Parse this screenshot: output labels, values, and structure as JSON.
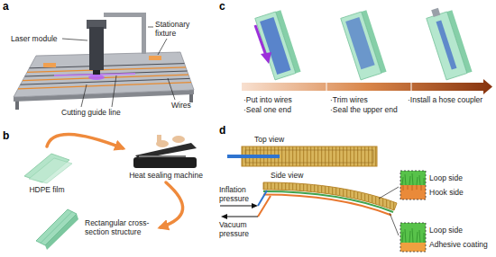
{
  "diagram": {
    "nodes": [
      {
        "text": [
          "HDPE film"
        ]
      },
      {
        "text": [
          "Heat sealing machine"
        ]
      },
      {
        "text": [
          "Rectangular cross-section structure"
        ]
      }
    ],
    "edges": [
      {
        "from": 0,
        "to": 1,
        "arrow": "to"
      },
      {
        "from": 1,
        "to": 2,
        "arrow": "to"
      }
    ],
    "labels": [
      "a",
      "Laser module",
      "Stationary fixture",
      "Wires",
      "Cutting guide line",
      "b",
      "c",
      "·Put into wires",
      "·Seal one end",
      "·Trim wires",
      "·Seal the upper end",
      "·Install a hose coupler",
      "d",
      "Top view",
      "Side view",
      "Inflation pressure",
      "Vacuum pressure",
      "Loop side",
      "Hook side",
      "Loop side",
      "Adhesive coating"
    ]
  }
}
